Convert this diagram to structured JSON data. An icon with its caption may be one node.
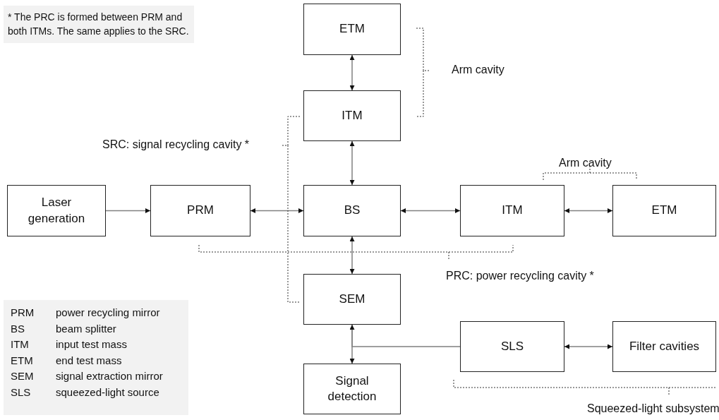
{
  "diagram": {
    "nodes": [
      {
        "text": [
          "ETM"
        ]
      },
      {
        "text": [
          "ITM"
        ]
      },
      {
        "text": [
          "Laser generation"
        ]
      },
      {
        "text": [
          "PRM"
        ]
      },
      {
        "text": [
          "BS"
        ]
      },
      {
        "text": [
          "ITM"
        ]
      },
      {
        "text": [
          "ETM"
        ]
      },
      {
        "text": [
          "SEM"
        ]
      },
      {
        "text": [
          "SLS"
        ]
      },
      {
        "text": [
          "Filter cavities"
        ]
      },
      {
        "text": [
          "Signal detection"
        ]
      }
    ],
    "edges": [
      {
        "from": 0,
        "to": 1,
        "arrow": "both"
      },
      {
        "from": 1,
        "to": 4,
        "arrow": "both"
      },
      {
        "from": 2,
        "to": 3,
        "arrow": "to"
      },
      {
        "from": 3,
        "to": 4,
        "arrow": "both"
      },
      {
        "from": 4,
        "to": 5,
        "arrow": "both"
      },
      {
        "from": 5,
        "to": 6,
        "arrow": "both"
      },
      {
        "from": 4,
        "to": 7,
        "arrow": "both"
      },
      {
        "from": 7,
        "to": 10,
        "arrow": "to"
      },
      {
        "from": 8,
        "to": 7,
        "arrow": "to"
      },
      {
        "from": 8,
        "to": 9,
        "arrow": "both"
      }
    ],
    "labels": [
      "* The PRC is formed between PRM and both ITMs. The same applies to the SRC.",
      "Arm cavity",
      "SRC: signal recycling cavity *",
      "Arm cavity",
      "PRC: power recycling cavity *",
      "PRM",
      "power recycling mirror",
      "BS",
      "beam splitter",
      "ITM",
      "input test mass",
      "ETM",
      "end test mass",
      "SEM",
      "signal extraction mirror",
      "SLS",
      "squeezed-light source",
      "Squeezed-light subsystem"
    ]
  }
}
